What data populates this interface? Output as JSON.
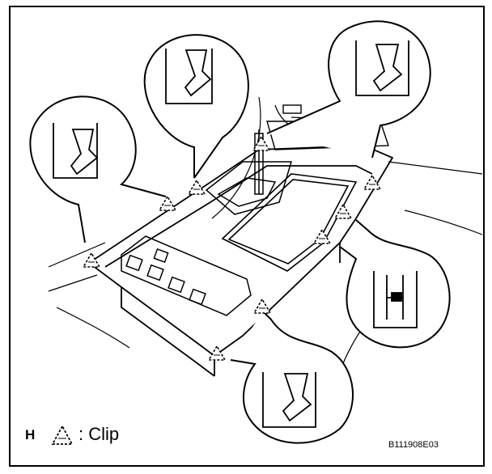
{
  "legend": {
    "letter": "H",
    "symbol_icon": "clip-triangle-icon",
    "label": ": Clip"
  },
  "reference_code": "B111908E03",
  "colors": {
    "line": "#000000",
    "background": "#ffffff"
  }
}
